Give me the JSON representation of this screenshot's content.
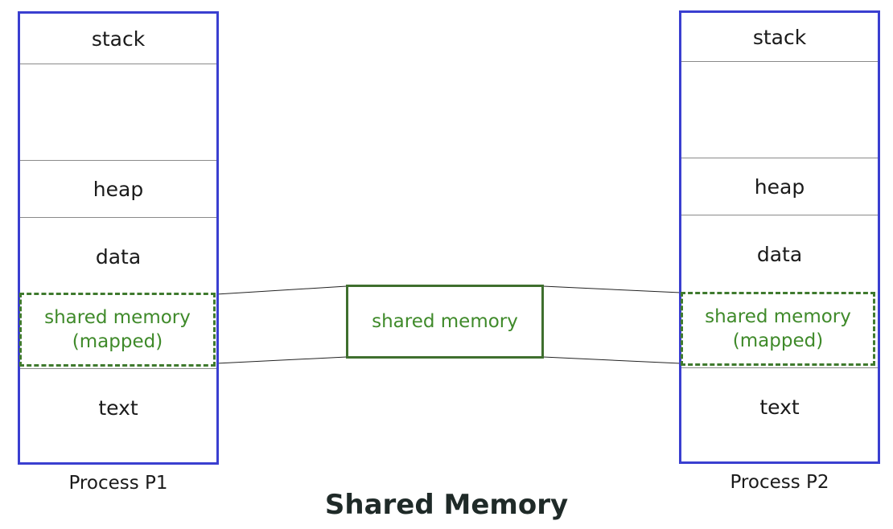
{
  "title": "Shared Memory",
  "processes": [
    {
      "label": "Process P1",
      "segments": {
        "stack": "stack",
        "heap": "heap",
        "data": "data",
        "shared_line1": "shared memory",
        "shared_line2": "(mapped)",
        "text": "text"
      }
    },
    {
      "label": "Process P2",
      "segments": {
        "stack": "stack",
        "heap": "heap",
        "data": "data",
        "shared_line1": "shared memory",
        "shared_line2": "(mapped)",
        "text": "text"
      }
    }
  ],
  "shared_block": {
    "label": "shared memory"
  },
  "colors": {
    "process_border": "#3a3fd0",
    "shared_border": "#3f6f2e",
    "shared_text": "#3f8a2a",
    "divider": "#8a8a8a"
  }
}
